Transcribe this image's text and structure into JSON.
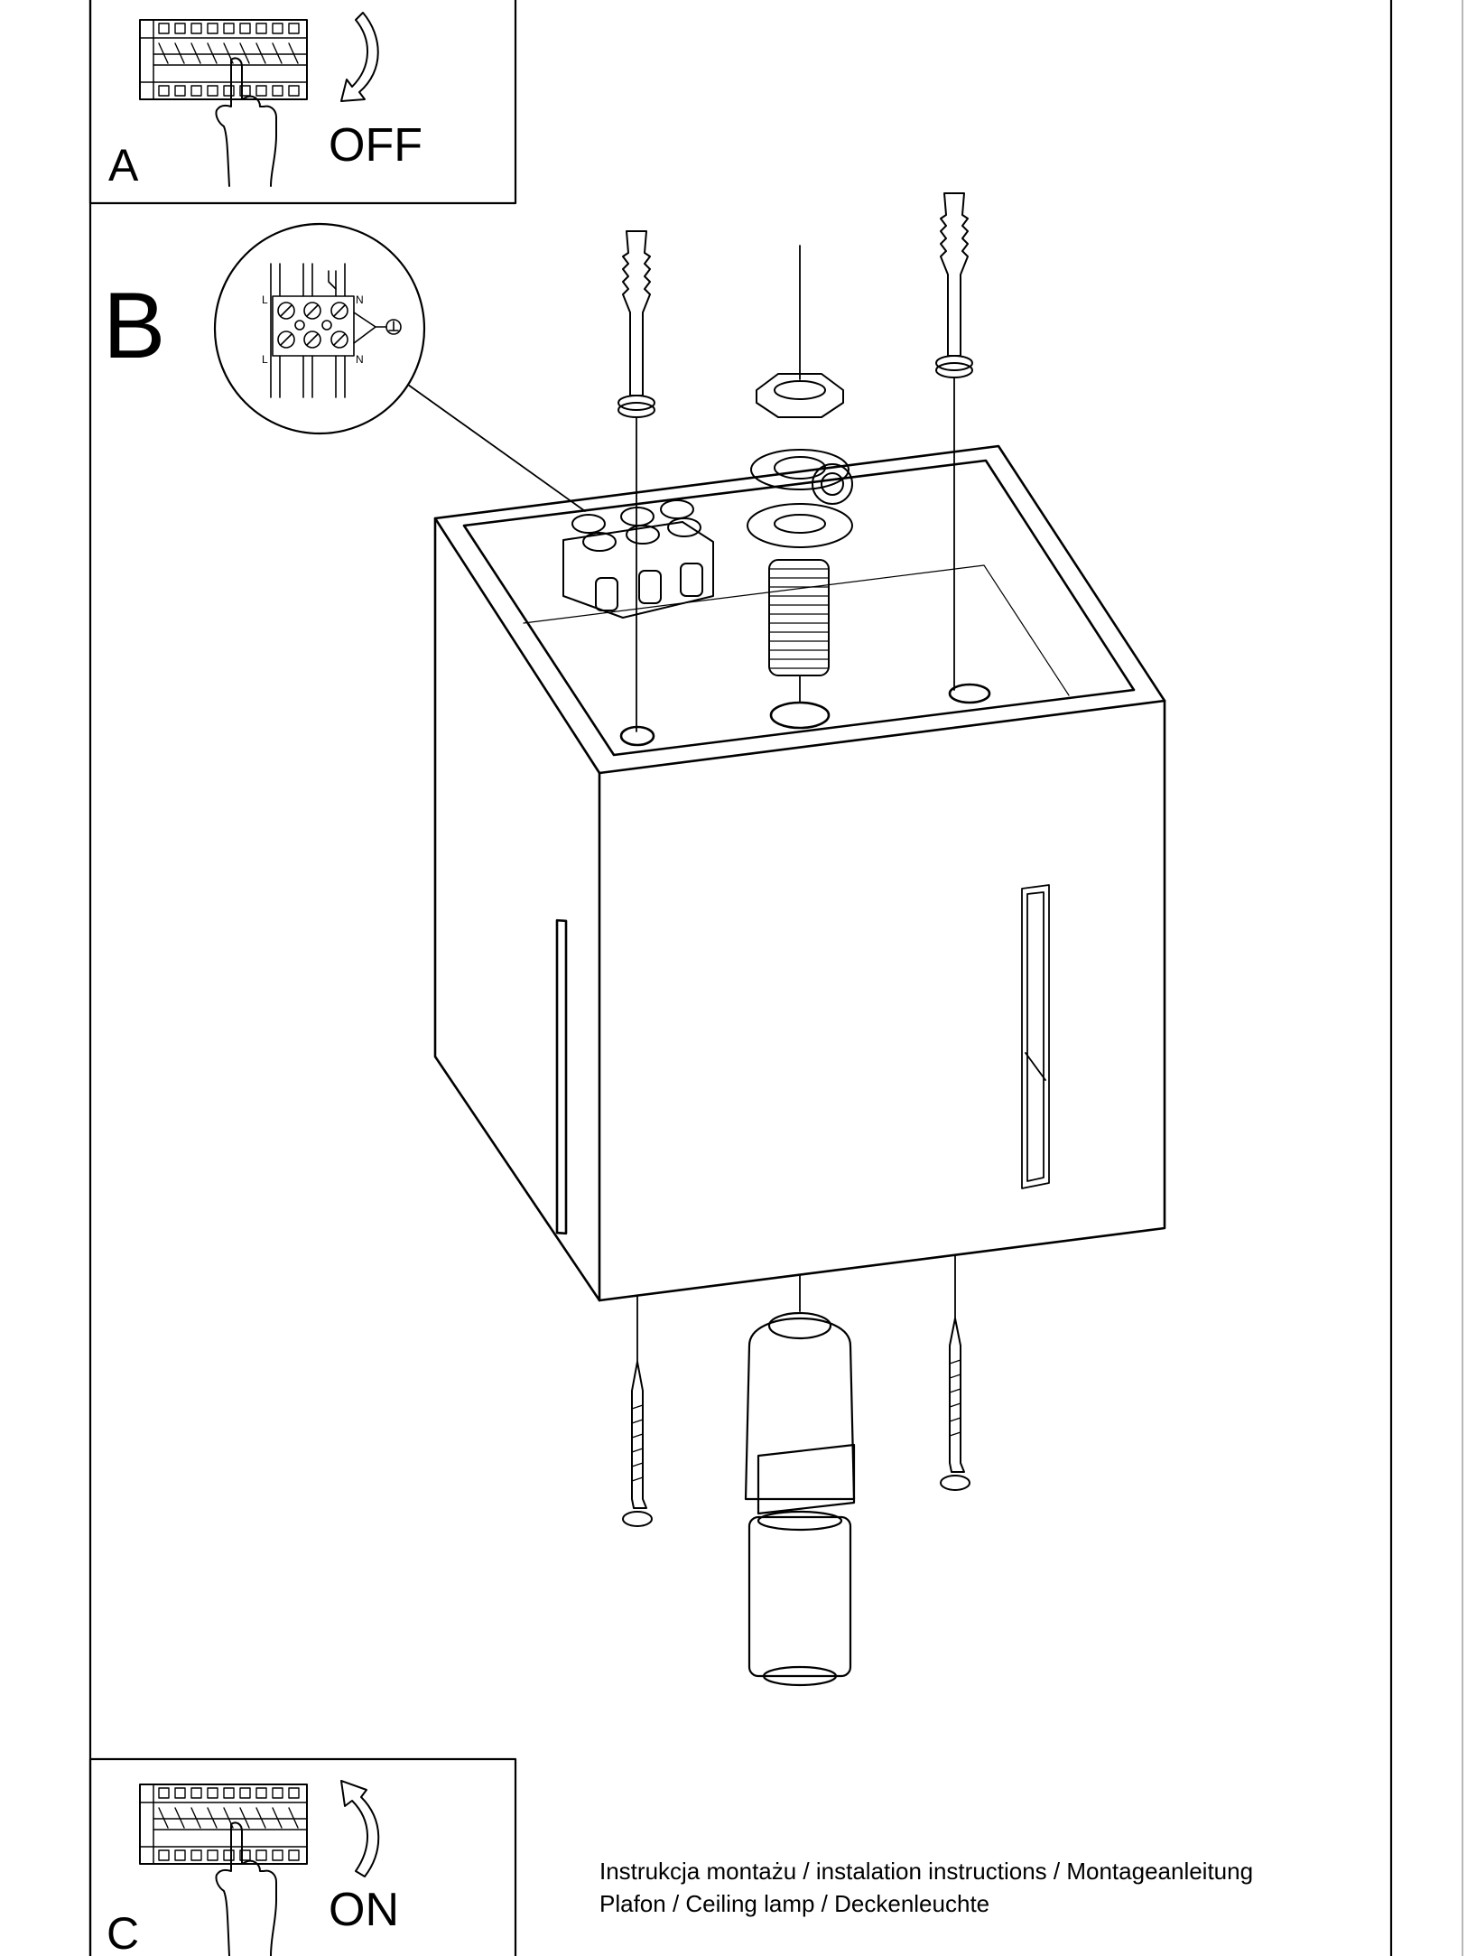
{
  "steps": {
    "a": {
      "letter": "A",
      "action": "OFF"
    },
    "b": {
      "letter": "B"
    },
    "c": {
      "letter": "C",
      "action": "ON"
    }
  },
  "wiring_detail": {
    "left_terminal": "L",
    "right_terminal": "N"
  },
  "caption": {
    "line1": "Instrukcja montażu / instalation instructions / Montageanleitung",
    "line2": "Plafon / Ceiling lamp / Deckenleuchte"
  }
}
